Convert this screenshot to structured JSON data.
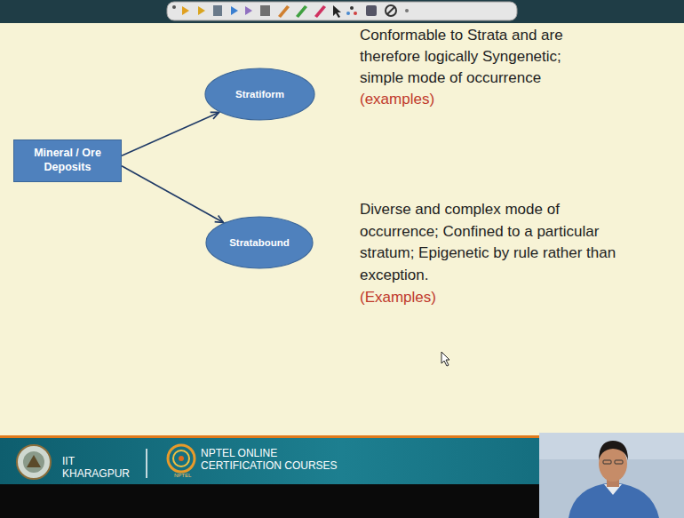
{
  "diagram": {
    "nodes": [
      {
        "text": [
          "Mineral / Ore Deposits"
        ]
      },
      {
        "text": [
          "Stratiform"
        ]
      },
      {
        "text": [
          "Stratabound"
        ]
      }
    ],
    "edges": [
      {
        "from": 0,
        "to": 1,
        "arrow": "to"
      },
      {
        "from": 0,
        "to": 2,
        "arrow": "to"
      }
    ],
    "labels": [
      "Conformable to Strata and are therefore logically Syngenetic; simple mode of occurrence",
      "(examples)",
      "Diverse and complex mode of occurrence; Confined to a particular stratum; Epigenetic by rule rather than exception.",
      "(Examples)",
      "IIT KHARAGPUR",
      "NPTEL ONLINE CERTIFICATION COURSES",
      "NPTEL"
    ]
  }
}
